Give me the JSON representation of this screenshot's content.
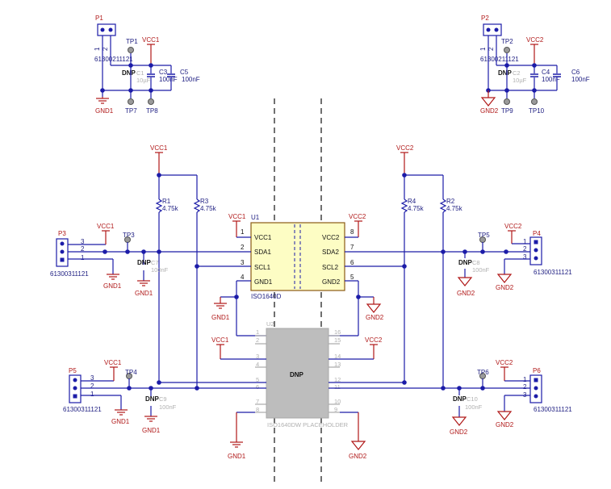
{
  "connectors": {
    "P1": {
      "ref": "P1",
      "part": "61300211121",
      "pins": [
        "1",
        "2"
      ]
    },
    "P2": {
      "ref": "P2",
      "part": "61300211121",
      "pins": [
        "1",
        "2"
      ]
    },
    "P3": {
      "ref": "P3",
      "part": "61300311121",
      "pins": [
        "3",
        "2",
        "1"
      ]
    },
    "P4": {
      "ref": "P4",
      "part": "61300311121",
      "pins": [
        "1",
        "2",
        "3"
      ]
    },
    "P5": {
      "ref": "P5",
      "part": "61300311121",
      "pins": [
        "3",
        "2",
        "1"
      ]
    },
    "P6": {
      "ref": "P6",
      "part": "61300311121",
      "pins": [
        "1",
        "2",
        "3"
      ]
    }
  },
  "testpoints": {
    "tp1": "TP1",
    "tp2": "TP2",
    "tp3": "TP3",
    "tp4": "TP4",
    "tp5": "TP5",
    "tp6": "TP6",
    "tp7": "TP7",
    "tp8": "TP8",
    "tp9": "TP9",
    "tp10": "TP10"
  },
  "caps": {
    "c1": {
      "ref": "C1",
      "value": "10µF",
      "dnp": "DNP"
    },
    "c2": {
      "ref": "C2",
      "value": "10µF",
      "dnp": "DNP"
    },
    "c3": {
      "ref": "C3",
      "value": "100nF"
    },
    "c4": {
      "ref": "C4",
      "value": "100nF"
    },
    "c5": {
      "ref": "C5",
      "value": "100nF"
    },
    "c6": {
      "ref": "C6",
      "value": "100nF"
    },
    "c7": {
      "ref": "C7",
      "value": "100nF",
      "dnp": "DNP"
    },
    "c8": {
      "ref": "C8",
      "value": "100nF",
      "dnp": "DNP"
    },
    "c9": {
      "ref": "C9",
      "value": "100nF",
      "dnp": "DNP"
    },
    "c10": {
      "ref": "C10",
      "value": "100nF",
      "dnp": "DNP"
    }
  },
  "resistors": {
    "r1": {
      "ref": "R1",
      "value": "4.75k"
    },
    "r2": {
      "ref": "R2",
      "value": "4.75k"
    },
    "r3": {
      "ref": "R3",
      "value": "4.75k"
    },
    "r4": {
      "ref": "R4",
      "value": "4.75k"
    }
  },
  "power": {
    "vcc1": "VCC1",
    "vcc2": "VCC2",
    "gnd1": "GND1",
    "gnd2": "GND2"
  },
  "u1": {
    "ref": "U1",
    "part": "ISO1640D",
    "left_pins": [
      {
        "num": "1",
        "name": "VCC1"
      },
      {
        "num": "2",
        "name": "SDA1"
      },
      {
        "num": "3",
        "name": "SCL1"
      },
      {
        "num": "4",
        "name": "GND1"
      }
    ],
    "right_pins": [
      {
        "num": "8",
        "name": "VCC2"
      },
      {
        "num": "7",
        "name": "SDA2"
      },
      {
        "num": "6",
        "name": "SCL2"
      },
      {
        "num": "5",
        "name": "GND2"
      }
    ]
  },
  "u2": {
    "ref": "U2",
    "part": "ISO1640DW PLACEHOLDER",
    "body_label": "DNP",
    "left_pins": [
      "1",
      "2",
      "3",
      "4",
      "5",
      "6",
      "7",
      "8"
    ],
    "right_pins": [
      "16",
      "15",
      "14",
      "13",
      "12",
      "11",
      "10",
      "9"
    ]
  },
  "colors": {
    "wire": "#1c1ca8",
    "power": "#b01818",
    "chip": "#fdfdc4",
    "chip_border": "#8b5a14",
    "placeholder": "#bdbdbd"
  }
}
